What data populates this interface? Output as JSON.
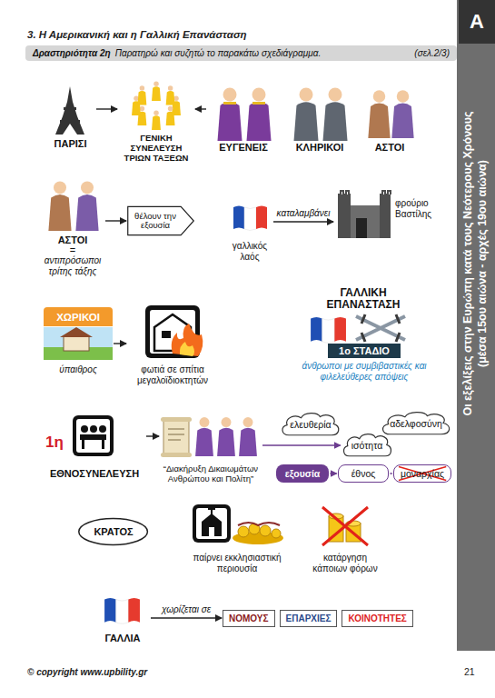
{
  "diagram": {
    "title": "3. Η Αμερικανική και η Γαλλική Επανάσταση",
    "nodes": [
      {
        "text": [
          "Δραστηριότητα 2η",
          "Παρατηρώ και συζητώ το παρακάτω σχεδιάγραμμα.",
          "(σελ.2/3)"
        ]
      },
      {
        "text": [
          "A"
        ]
      },
      {
        "text": [
          "Οι εξελίξεις στην Ευρώπη κατά τους Νεότερους Χρόνους",
          "(μέσα 15ου αιώνα - αρχές 19ου αιώνα)"
        ]
      },
      {
        "text": [
          "ΠΑΡΙΣΙ"
        ]
      },
      {
        "text": [
          "ΓΕΝΙΚΗ ΣΥΝΕΛΕΥΣΗ ΤΡΙΩΝ ΤΑΞΕΩΝ"
        ]
      },
      {
        "text": [
          "ΕΥΓΕΝΕΙΣ"
        ]
      },
      {
        "text": [
          "ΚΛΗΡΙΚΟΙ"
        ]
      },
      {
        "text": [
          "ΑΣΤΟΙ"
        ]
      },
      {
        "text": [
          "ΑΣΤΟΙ",
          "=",
          "αντιπρόσωποι τρίτης τάξης"
        ]
      },
      {
        "text": [
          "θέλουν την εξουσία"
        ]
      },
      {
        "text": [
          "γαλλικός λαός"
        ]
      },
      {
        "text": [
          "φρούριο Βαστίλης"
        ]
      },
      {
        "text": [
          "ΧΩΡΙΚΟΙ"
        ]
      },
      {
        "text": [
          "ύπαιθρος"
        ]
      },
      {
        "text": [
          "φωτιά σε σπίτια μεγαλοϊδιοκτητών"
        ]
      },
      {
        "text": [
          "ΓΑΛΛΙΚΗ ΕΠΑΝΑΣΤΑΣΗ"
        ]
      },
      {
        "text": [
          "1ο ΣΤΑΔΙΟ",
          "άνθρωποι με συμβιβαστικές και φιλελεύθερες απόψεις"
        ]
      },
      {
        "text": [
          "1η",
          "ΕΘΝΟΣΥΝΕΛΕΥΣΗ"
        ]
      },
      {
        "text": [
          "“Διακήρυξη Δικαιωμάτων Ανθρώπου και Πολίτη”"
        ]
      },
      {
        "text": [
          "ελευθερία"
        ]
      },
      {
        "text": [
          "ισότητα"
        ]
      },
      {
        "text": [
          "αδελφοσύνη"
        ]
      },
      {
        "text": [
          "εξουσία"
        ]
      },
      {
        "text": [
          "έθνος"
        ]
      },
      {
        "text": [
          "μοναρχίας"
        ]
      },
      {
        "text": [
          "ΚΡΑΤΟΣ"
        ]
      },
      {
        "text": [
          "παίρνει εκκλησιαστική περιουσία"
        ]
      },
      {
        "text": [
          "κατάργηση κάποιων φόρων"
        ]
      },
      {
        "text": [
          "ΓΑΛΛΙΑ"
        ]
      },
      {
        "text": [
          "ΝΟΜΟΥΣ"
        ]
      },
      {
        "text": [
          "ΕΠΑΡΧΙΕΣ"
        ]
      },
      {
        "text": [
          "ΚΟΙΝΟΤΗΤΕΣ"
        ]
      }
    ],
    "edges": [
      {
        "from": 3,
        "to": 4,
        "arrow": "to"
      },
      {
        "from": 5,
        "to": 4,
        "arrow": "to"
      },
      {
        "from": 8,
        "to": 9,
        "arrow": "to"
      },
      {
        "from": 10,
        "to": 11,
        "label": "καταλαμβάνει",
        "arrow": "to"
      },
      {
        "from": 13,
        "to": 14,
        "arrow": "to"
      },
      {
        "from": 17,
        "to": 18,
        "arrow": "to"
      },
      {
        "from": 18,
        "to": 20,
        "arrow": "to"
      },
      {
        "from": 22,
        "to": 23,
        "arrow": "to"
      },
      {
        "from": 23,
        "to": 24,
        "arrow": "none"
      },
      {
        "from": 28,
        "to": 29,
        "label": "χωρίζεται σε",
        "arrow": "to"
      }
    ],
    "labels": [
      "© copyright www.upbility.gr",
      "21"
    ]
  }
}
